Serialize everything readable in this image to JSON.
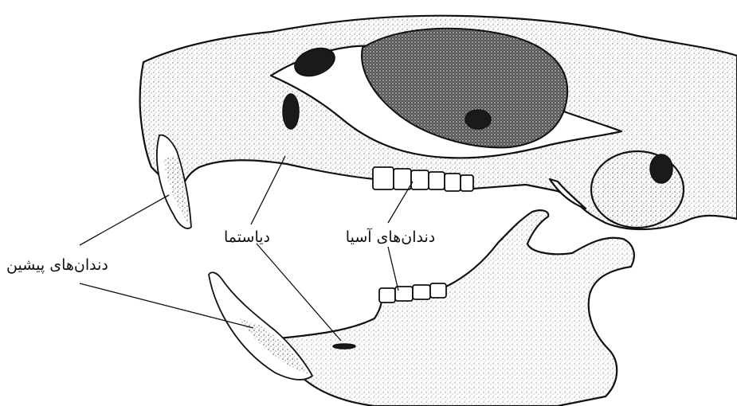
{
  "labels": {
    "incisors": "دندان‌های پیشین",
    "diastema": "دیاستما",
    "molars": "دندان‌های آسیا"
  },
  "colors": {
    "ink": "#111111",
    "paper": "#ffffff"
  }
}
